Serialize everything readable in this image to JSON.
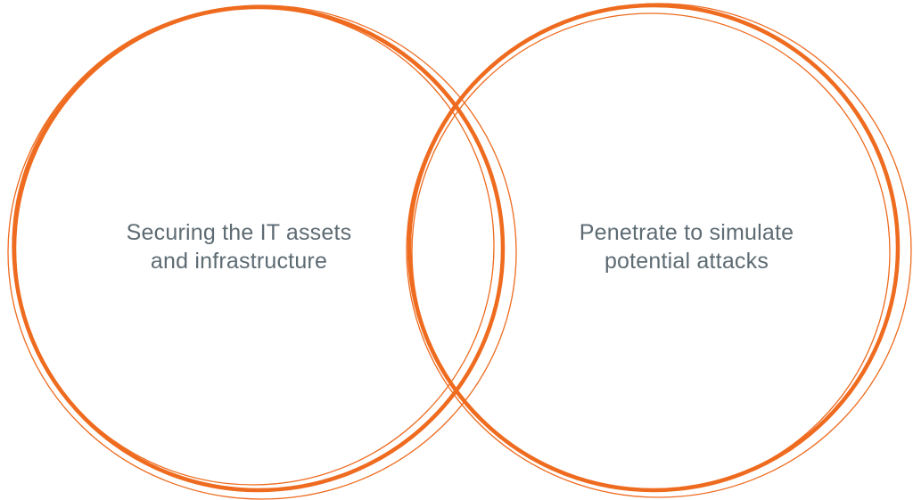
{
  "diagram": {
    "type": "venn",
    "stroke_color": "#ee6b1f",
    "text_color": "#5d6b73",
    "circles": [
      {
        "label_line1": "Securing the IT assets",
        "label_line2": "and infrastructure"
      },
      {
        "label_line1": "Penetrate to simulate",
        "label_line2": "potential attacks"
      }
    ]
  }
}
